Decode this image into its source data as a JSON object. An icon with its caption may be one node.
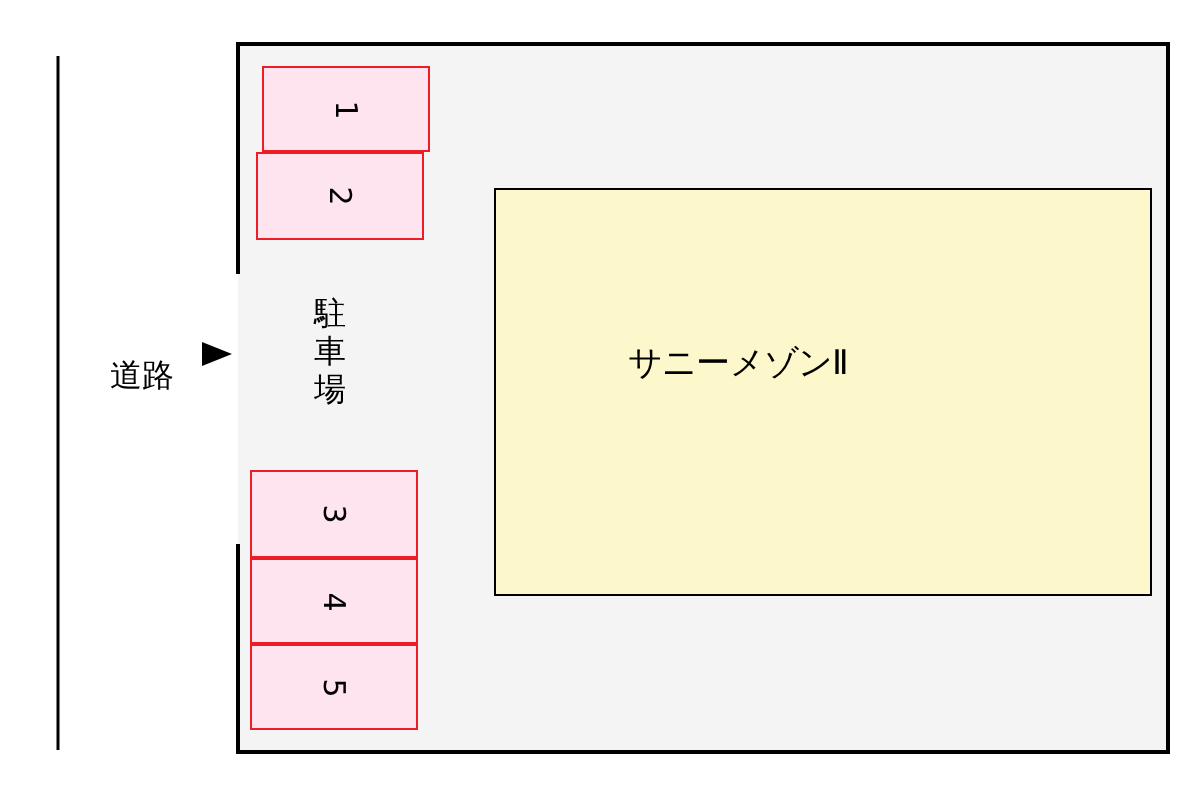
{
  "diagram": {
    "nodes": [
      {
        "text": [],
        "shape": "box"
      },
      {
        "text": [
          "1"
        ],
        "in": 0
      },
      {
        "text": [
          "2"
        ],
        "in": 0
      },
      {
        "text": [
          "サニーメゾンⅡ"
        ],
        "in": 0
      },
      {
        "text": [
          "3"
        ],
        "in": 0
      },
      {
        "text": [
          "4"
        ],
        "in": 0
      },
      {
        "text": [
          "5"
        ],
        "in": 0
      }
    ],
    "labels": [
      "駐車場",
      "道路"
    ]
  }
}
